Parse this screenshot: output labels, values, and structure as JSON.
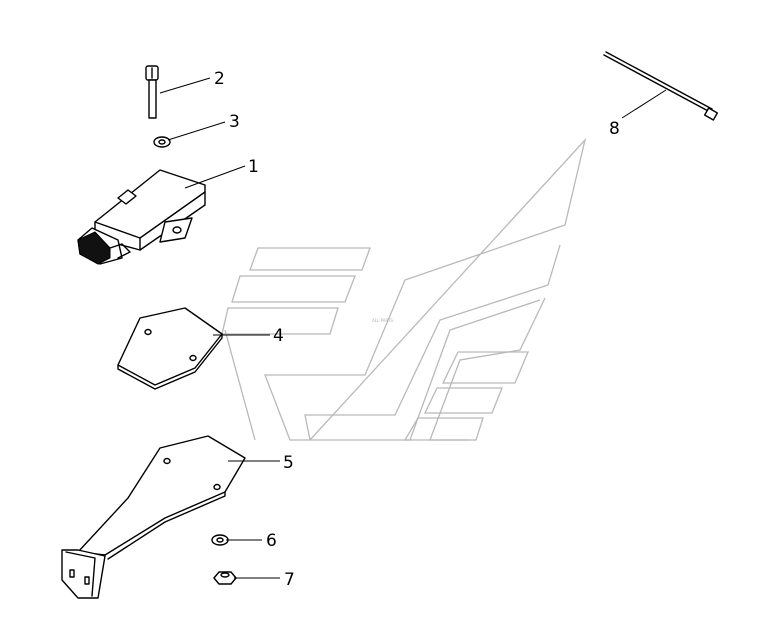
{
  "diagram": {
    "callouts": [
      {
        "id": "module",
        "label": "1"
      },
      {
        "id": "bolt",
        "label": "2"
      },
      {
        "id": "washer-top",
        "label": "3"
      },
      {
        "id": "plate",
        "label": "4"
      },
      {
        "id": "bracket",
        "label": "5"
      },
      {
        "id": "washer-bottom",
        "label": "6"
      },
      {
        "id": "nut",
        "label": "7"
      },
      {
        "id": "cable-tie",
        "label": "8"
      }
    ],
    "watermark_text": "ALL-PARTS"
  }
}
